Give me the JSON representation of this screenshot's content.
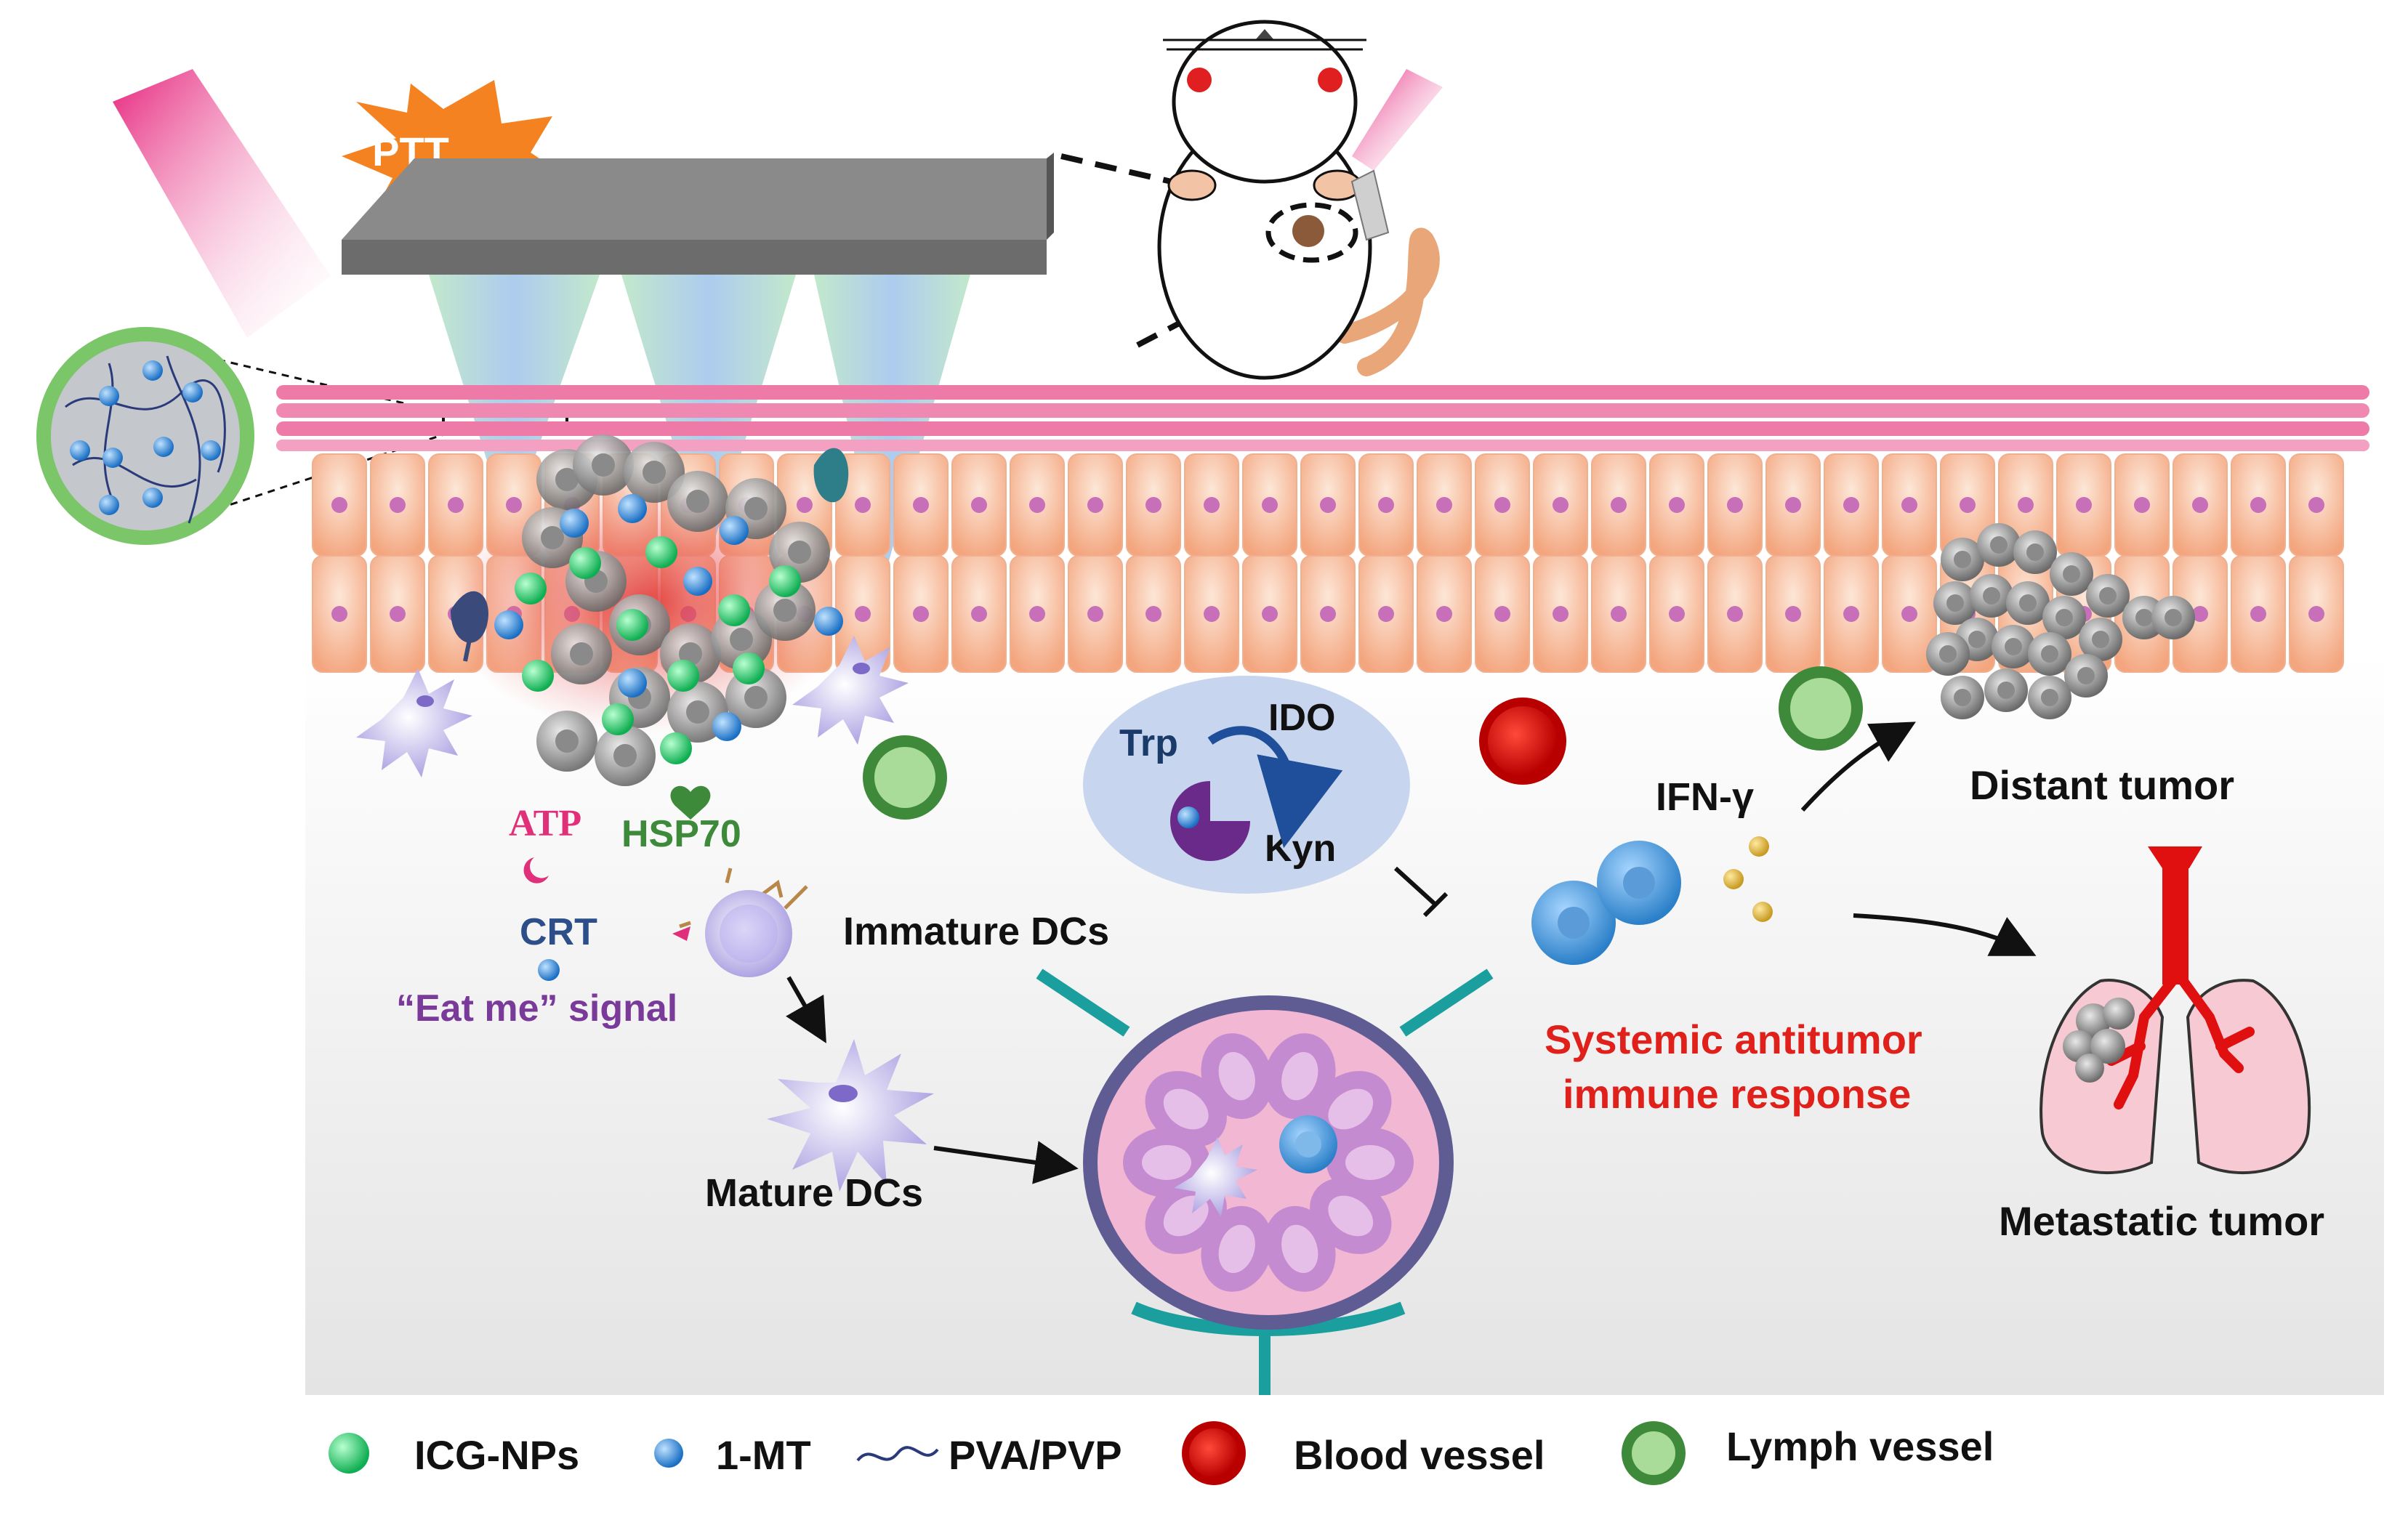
{
  "labels": {
    "ptt": "PTT",
    "atp": "ATP",
    "hsp70": "HSP70",
    "crt": "CRT",
    "eat_me": "“Eat me” signal",
    "immature_dcs": "Immature DCs",
    "mature_dcs": "Mature DCs",
    "trp": "Trp",
    "ido": "IDO",
    "kyn": "Kyn",
    "ifn": "IFN-γ",
    "distant_tumor": "Distant tumor",
    "systemic_line1": "Systemic antitumor",
    "systemic_line2": "immune response",
    "metastatic_tumor": "Metastatic tumor"
  },
  "legend": [
    {
      "label": "ICG-NPs",
      "icon": "icg-nps-icon"
    },
    {
      "label": "1-MT",
      "icon": "one-mt-icon"
    },
    {
      "label": "PVA/PVP",
      "icon": "pva-pvp-icon"
    },
    {
      "label": "Blood vessel",
      "icon": "blood-vessel-icon"
    },
    {
      "label": "Lymph vessel",
      "icon": "lymph-vessel-icon"
    }
  ],
  "colors": {
    "icg": "#1fc96a",
    "mt": "#2a7fd0",
    "blood": "#e01010",
    "lymph_outer": "#3f8a3a",
    "lymph_inner": "#a9dc98",
    "laser": "#e6247c",
    "ptt": "#f58220",
    "red_text": "#e0201a",
    "purple_text": "#7a3a9a",
    "crt_text": "#2c4f8a",
    "hsp_text": "#3d8a3a",
    "atp_text": "#e0307a"
  }
}
